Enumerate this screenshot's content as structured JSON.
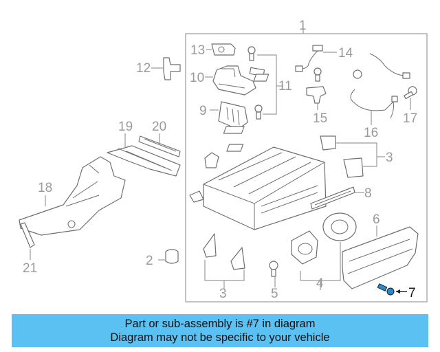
{
  "diagram": {
    "callouts": [
      "1",
      "2",
      "3",
      "4",
      "5",
      "6",
      "7",
      "8",
      "9",
      "10",
      "11",
      "12",
      "13",
      "14",
      "15",
      "16",
      "17",
      "18",
      "19",
      "20",
      "21"
    ],
    "highlighted_part": "7",
    "colors": {
      "line": "#6e6e6e",
      "label": "#9a9a9a",
      "highlight_label": "#1a1a1a",
      "highlight_part": "#2a8ad0"
    }
  },
  "banner": {
    "line1": "Part or sub-assembly is #7 in diagram",
    "line2": "Diagram may not be specific to your vehicle",
    "background": "#5bc0f2"
  }
}
